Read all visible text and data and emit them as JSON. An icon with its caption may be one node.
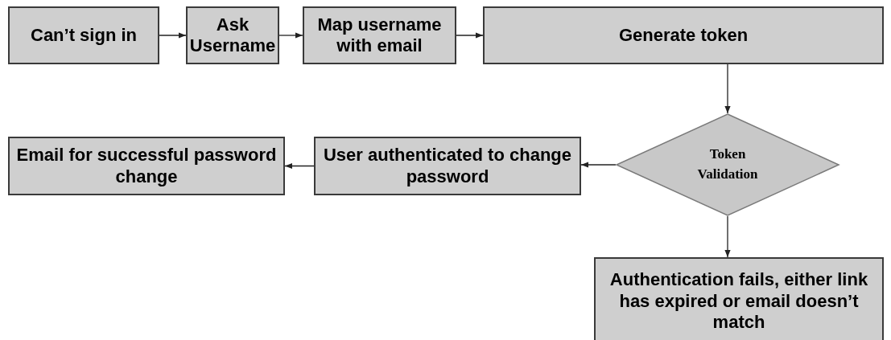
{
  "diagram": {
    "nodes": [
      {
        "text": [
          "Can’t sign in"
        ]
      },
      {
        "text": [
          "Ask Username"
        ]
      },
      {
        "text": [
          "Map username with email"
        ]
      },
      {
        "text": [
          "Generate token"
        ]
      },
      {
        "text": [
          "Token Validation"
        ]
      },
      {
        "text": [
          "User authenticated to change password"
        ]
      },
      {
        "text": [
          "Email for successful password change"
        ]
      },
      {
        "text": [
          "Authentication fails, either link has expired or email doesn’t match"
        ]
      }
    ],
    "edges": [
      {
        "from": 0,
        "to": 1,
        "arrow": "to"
      },
      {
        "from": 1,
        "to": 2,
        "arrow": "to"
      },
      {
        "from": 2,
        "to": 3,
        "arrow": "to"
      },
      {
        "from": 3,
        "to": 4,
        "arrow": "to"
      },
      {
        "from": 4,
        "to": 5,
        "arrow": "to"
      },
      {
        "from": 5,
        "to": 6,
        "arrow": "to"
      },
      {
        "from": 4,
        "to": 7,
        "arrow": "to"
      }
    ]
  }
}
